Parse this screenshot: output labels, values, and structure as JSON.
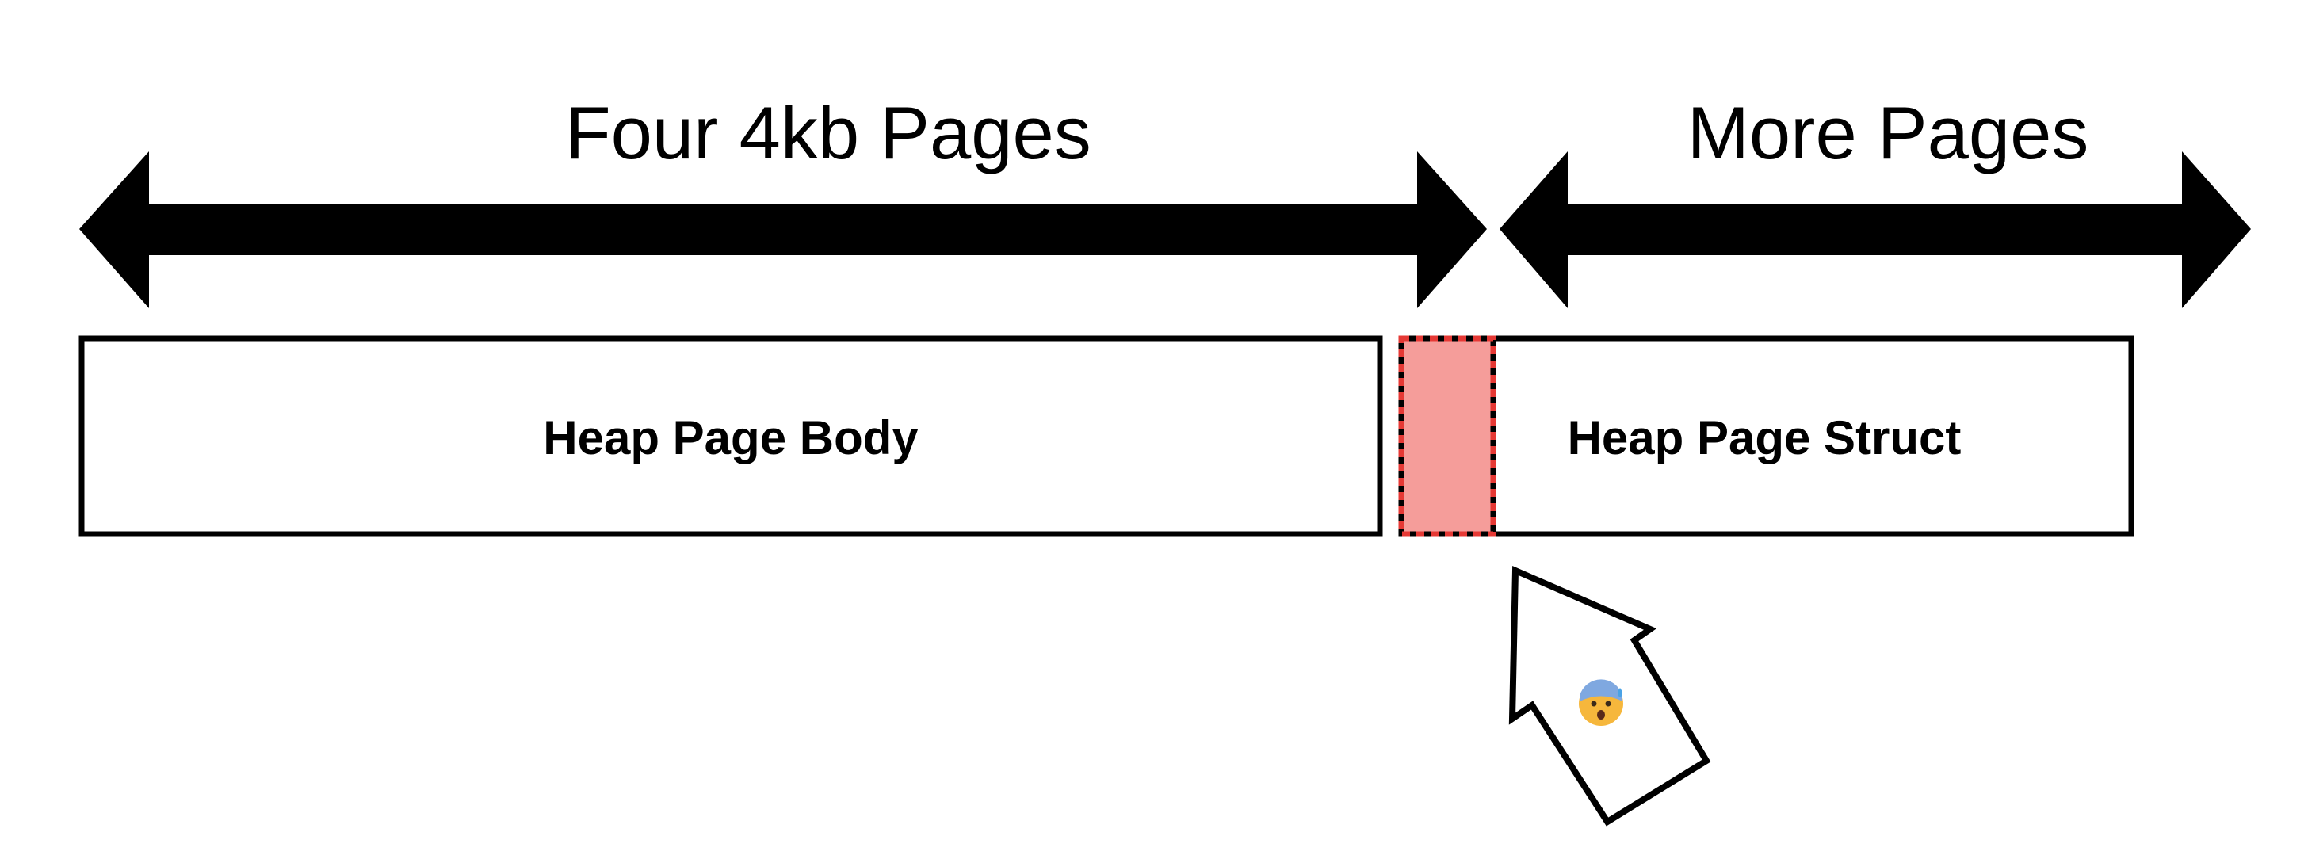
{
  "labels": {
    "four_pages": "Four 4kb Pages",
    "more_pages": "More Pages",
    "heap_page_body": "Heap Page Body",
    "heap_page_struct": "Heap Page Struct"
  },
  "icons": {
    "pointer": "arrow-up-pointer-icon",
    "face": "anxious-face-icon",
    "face_glyph": "😰"
  },
  "colors": {
    "stroke": "#000000",
    "overlap_fill": "#f59d9a",
    "overlap_dash": "#e53935"
  }
}
